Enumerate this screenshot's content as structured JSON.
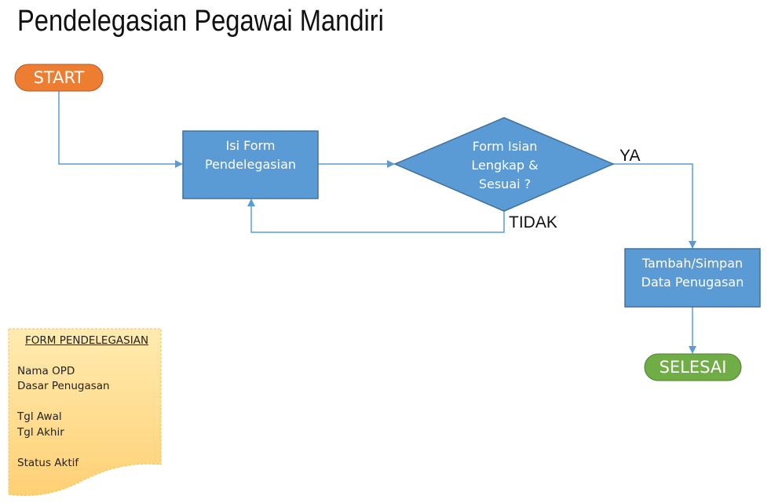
{
  "title": "Pendelegasian Pegawai Mandiri",
  "nodes": {
    "start": "START",
    "isi_form": [
      "Isi Form",
      "Pendelegasian"
    ],
    "decision": [
      "Form Isian",
      "Lengkap &",
      "Sesuai ?"
    ],
    "simpan": [
      "Tambah/Simpan",
      "Data Penugasan"
    ],
    "selesai": "SELESAI"
  },
  "edges": {
    "yes": "YA",
    "no": "TIDAK"
  },
  "form_note": {
    "heading": "FORM PENDELEGASIAN",
    "fields": [
      "Nama OPD",
      "Dasar Penugasan",
      "Tgl Awal",
      "Tgl Akhir",
      "Status Aktif"
    ]
  },
  "colors": {
    "start": "#ED7D31",
    "process": "#5B9BD5",
    "end": "#70AD47",
    "note": "#FFD97F",
    "connector": "#5B9BD5"
  }
}
